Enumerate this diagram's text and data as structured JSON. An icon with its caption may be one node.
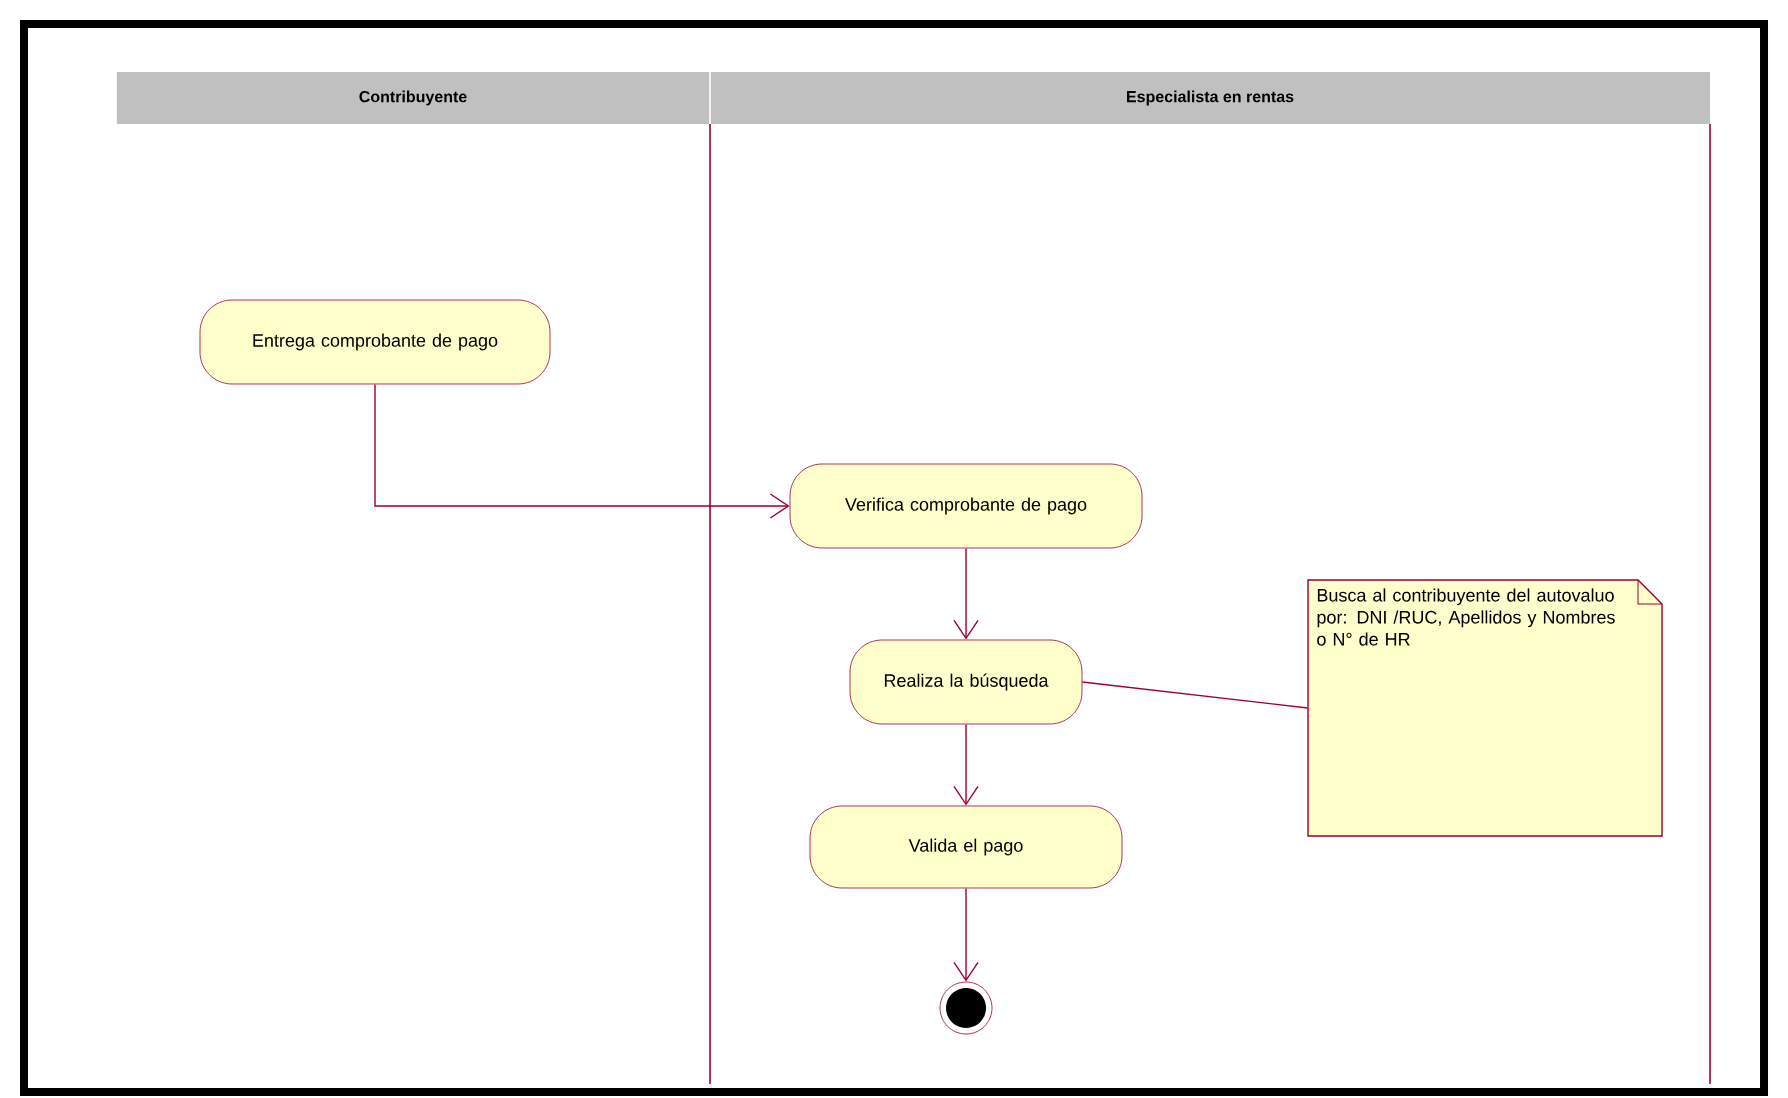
{
  "diagram": {
    "nodes": [
      {
        "text": [
          "Contribuyente"
        ]
      },
      {
        "text": [
          "Especialista en rentas"
        ]
      },
      {
        "text": [
          "Entrega comprobante de pago"
        ],
        "in": 0
      },
      {
        "text": [
          "Verifica comprobante de pago"
        ],
        "in": 1
      },
      {
        "text": [
          "Realiza la búsqueda"
        ],
        "in": 1
      },
      {
        "text": [
          "Valida el pago"
        ],
        "in": 1
      },
      {
        "text": [],
        "shape": "circle",
        "in": 1
      },
      {
        "text": [
          "Busca al contribuyente del autovaluo por: DNI /RUC, Apellidos y Nombres o N° de HR"
        ],
        "in": 1
      }
    ],
    "edges": [
      {
        "from": 2,
        "to": 3,
        "arrow": "to"
      },
      {
        "from": 3,
        "to": 4,
        "arrow": "to"
      },
      {
        "from": 4,
        "to": 5,
        "arrow": "to"
      },
      {
        "from": 5,
        "to": 6,
        "arrow": "to"
      },
      {
        "from": 4,
        "to": 7,
        "arrow": "none"
      }
    ]
  }
}
